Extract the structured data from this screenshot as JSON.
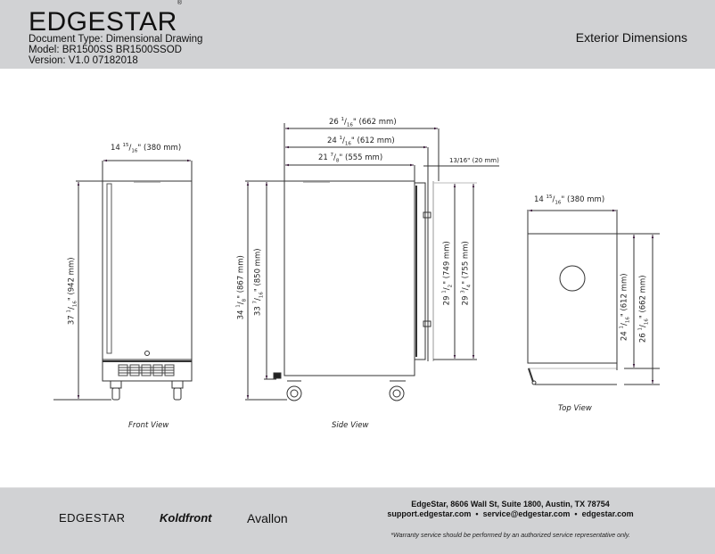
{
  "header": {
    "brand": "EDGESTAR",
    "document_type": "Document Type: Dimensional Drawing",
    "model": "Model: BR1500SS BR1500SSOD",
    "version": "Version: V1.0 07182018",
    "page_title": "Exterior Dimensions"
  },
  "views": {
    "front": {
      "caption": "Front View",
      "width_whole": "14",
      "width_frac_num": "15",
      "width_frac_den": "16",
      "width_mm": "(380 mm)",
      "height_whole": "37",
      "height_frac_num": "1",
      "height_frac_den": "16",
      "height_mm": "(942 mm)"
    },
    "side": {
      "caption": "Side View",
      "depth_total": {
        "whole": "26",
        "num": "1",
        "den": "16",
        "mm": "(662 mm)"
      },
      "depth_mid": {
        "whole": "24",
        "num": "1",
        "den": "16",
        "mm": "(612 mm)"
      },
      "depth_cabinet": {
        "whole": "21",
        "num": "7",
        "den": "8",
        "mm": "(555 mm)"
      },
      "door_thickness": "13/16\" (20 mm)",
      "height_total": {
        "whole": "34",
        "num": "1",
        "den": "8",
        "mm": "(867 mm)"
      },
      "height_cabinet": {
        "whole": "33",
        "num": "7",
        "den": "16",
        "mm": "(850 mm)"
      },
      "door_height_a": {
        "whole": "29",
        "num": "1",
        "den": "2",
        "mm": "(749 mm)"
      },
      "door_height_b": {
        "whole": "29",
        "num": "3",
        "den": "4",
        "mm": "(755 mm)"
      }
    },
    "top": {
      "caption": "Top View",
      "width": {
        "whole": "14",
        "num": "15",
        "den": "16",
        "mm": "(380 mm)"
      },
      "depth_a": {
        "whole": "24",
        "num": "1",
        "den": "16",
        "mm": "(612 mm)"
      },
      "depth_b": {
        "whole": "26",
        "num": "1",
        "den": "16",
        "mm": "(662 mm)"
      }
    }
  },
  "footer": {
    "logos": [
      "EDGESTAR",
      "Koldfront",
      "Avallon"
    ],
    "address": "EdgeStar, 8606 Wall St, Suite 1800, Austin, TX 78754",
    "contacts": "support.edgestar.com  •  service@edgestar.com  •  edgestar.com",
    "warranty": "*Warranty service should be performed by an authorized service representative only."
  }
}
